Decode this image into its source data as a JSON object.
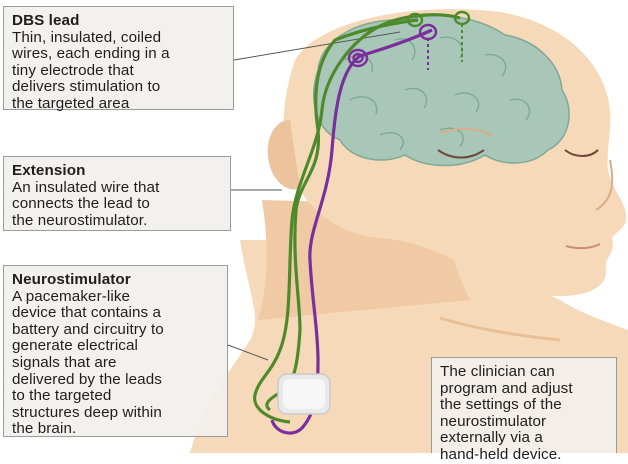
{
  "labels": {
    "dbs_lead": {
      "title": "DBS lead",
      "body": "Thin, insulated, coiled\nwires, each ending in a\ntiny electrode that\ndelivers stimulation to\nthe targeted area"
    },
    "extension": {
      "title": "Extension",
      "body": "An insulated wire that\nconnects the lead to\nthe neurostimulator."
    },
    "neurostimulator": {
      "title": "Neurostimulator",
      "body": "A pacemaker-like\ndevice that contains a\nbattery and circuitry to\ngenerate electrical\nsignals that are\ndelivered by the leads\nto the targeted\nstructures deep within\nthe brain."
    },
    "clinician_note": {
      "body": "The clinician can\nprogram and adjust\nthe settings of the\nneurostimulator\nexternally via a\nhand-held device."
    }
  },
  "colors": {
    "skin": "#f6d9b8",
    "skin_shadow": "#e9bf96",
    "brain": "#a9c7b8",
    "brain_lobe": "#bcd6c8",
    "green_wire": "#4e8a2c",
    "purple_wire": "#7a2f9c",
    "device": "#e9e9e9"
  },
  "icons": [
    "neurostimulator-device-icon",
    "electrode-coil-icon"
  ]
}
